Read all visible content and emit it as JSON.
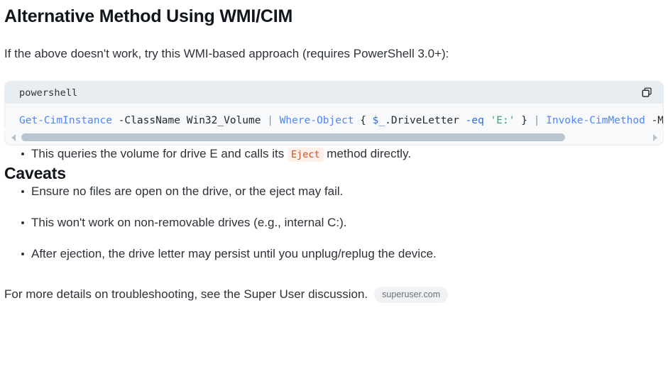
{
  "heading": "Alternative Method Using WMI/CIM",
  "intro_paragraph": "If the above doesn't work, try this WMI-based approach (requires PowerShell 3.0+):",
  "code_block": {
    "language_label": "powershell",
    "copy_icon": "copy-icon",
    "tokens": [
      {
        "text": "Get-CimInstance",
        "type": "fn"
      },
      {
        "text": " ",
        "type": "plain"
      },
      {
        "text": "-ClassName",
        "type": "plain"
      },
      {
        "text": " Win32_Volume ",
        "type": "plain"
      },
      {
        "text": "|",
        "type": "pipe"
      },
      {
        "text": " ",
        "type": "plain"
      },
      {
        "text": "Where-Object",
        "type": "fn"
      },
      {
        "text": " { ",
        "type": "plain"
      },
      {
        "text": "$_",
        "type": "var"
      },
      {
        "text": ".DriveLetter ",
        "type": "plain"
      },
      {
        "text": "-eq",
        "type": "flag"
      },
      {
        "text": " ",
        "type": "plain"
      },
      {
        "text": "'E:'",
        "type": "str"
      },
      {
        "text": " } ",
        "type": "plain"
      },
      {
        "text": "|",
        "type": "pipe"
      },
      {
        "text": " ",
        "type": "plain"
      },
      {
        "text": "Invoke-CimMethod",
        "type": "fn"
      },
      {
        "text": " -Met",
        "type": "plain"
      }
    ],
    "scrollbar": {
      "left_arrow_icon": "chevron-left-icon",
      "right_arrow_icon": "chevron-right-icon",
      "thumb_width_percent": 87
    }
  },
  "code_note": {
    "before": "This queries the volume for drive E and calls its ",
    "code": "Eject",
    "after": " method directly."
  },
  "caveats_heading": "Caveats",
  "caveats": [
    "Ensure no files are open on the drive, or the eject may fail.",
    "This won't work on non-removable drives (e.g., internal C:).",
    "After ejection, the drive letter may persist until you unplug/replug the device."
  ],
  "footer": {
    "text": "For more details on troubleshooting, see the Super User discussion.",
    "source_badge": "superuser.com"
  },
  "colors": {
    "text": "#2d3138",
    "heading": "#11161d",
    "code_bg": "#f7f9fa",
    "code_header_bg": "#e8edf1",
    "keyword_blue": "#4f86f7",
    "string_green": "#38a169",
    "inline_code_fg": "#c0502a",
    "inline_code_bg": "#fdf0e9",
    "badge_bg": "#f1f2f4",
    "scrollbar_thumb": "#b9c6d1"
  }
}
